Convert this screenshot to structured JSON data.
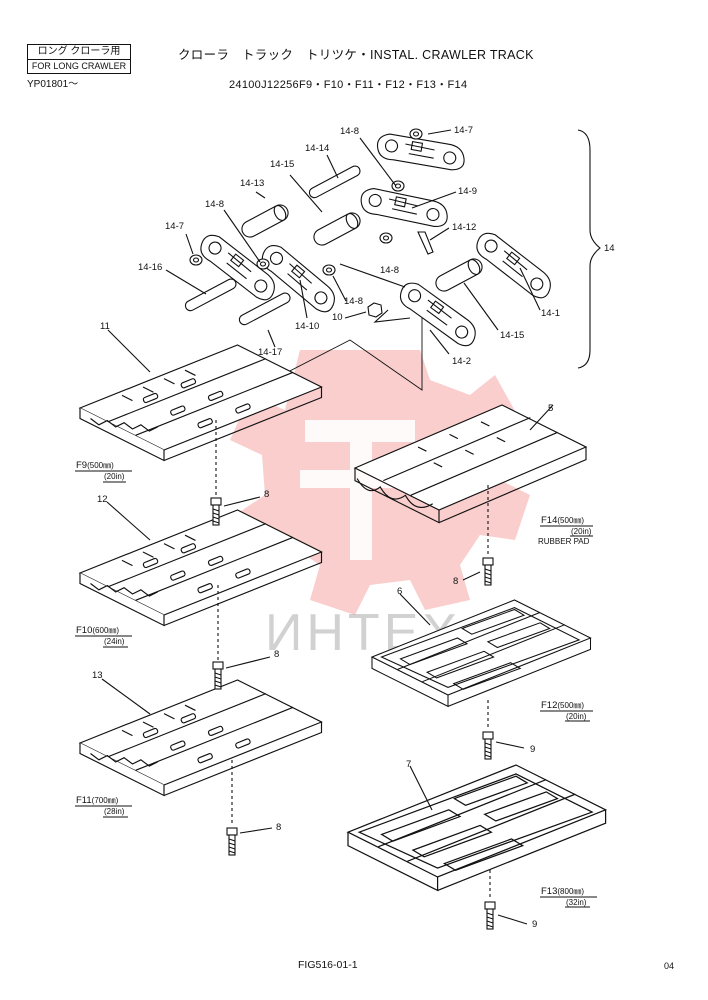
{
  "header": {
    "box_line1": "ロング クローラ用",
    "box_line2": "FOR LONG CRAWLER",
    "serial": "YP01801～",
    "title": "クローラ　トラック　トリツケ・INSTAL. CRAWLER TRACK",
    "part_number": "24100J12256F9・F10・F11・F12・F13・F14"
  },
  "watermark": {
    "text": "ИНТЕХ",
    "color": "#e8504a"
  },
  "callouts": {
    "c14_7a": "14-7",
    "c14_8a": "14-8",
    "c14_14": "14-14",
    "c14_15a": "14-15",
    "c14_13": "14-13",
    "c14_9": "14-9",
    "c14_8b": "14-8",
    "c14_12": "14-12",
    "c14_7b": "14-7",
    "c14_8c": "14-8",
    "c14_16": "14-16",
    "c14_10": "14-10",
    "c14_8d": "14-8",
    "c14_17": "14-17",
    "c10": "10",
    "c14_2": "14-2",
    "c14_15b": "14-15",
    "c14_1": "14-1",
    "c14": "14",
    "c11": "11",
    "c12": "12",
    "c13": "13",
    "c5": "5",
    "c6": "6",
    "c7": "7",
    "c8a": "8",
    "c8b": "8",
    "c8c": "8",
    "c8d": "8",
    "c9a": "9",
    "c9b": "9"
  },
  "shoes": {
    "f9": {
      "code": "F9",
      "mm": "(500㎜)",
      "inch": "(20in)"
    },
    "f10": {
      "code": "F10",
      "mm": "(600㎜)",
      "inch": "(24in)"
    },
    "f11": {
      "code": "F11",
      "mm": "(700㎜)",
      "inch": "(28in)"
    },
    "f14": {
      "code": "F14",
      "mm": "(500㎜)",
      "inch": "(20in)",
      "note": "RUBBER PAD"
    },
    "f12": {
      "code": "F12",
      "mm": "(500㎜)",
      "inch": "(20in)"
    },
    "f13": {
      "code": "F13",
      "mm": "(800㎜)",
      "inch": "(32in)"
    }
  },
  "footer": {
    "fig": "FIG516-01-1",
    "page": "04"
  }
}
